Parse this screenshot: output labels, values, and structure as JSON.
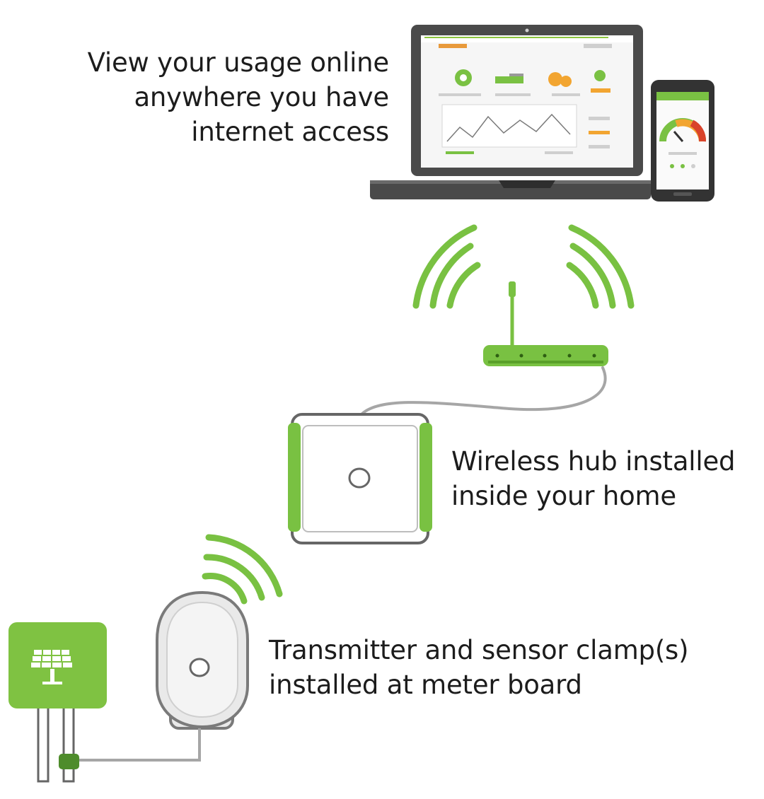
{
  "captions": {
    "online": [
      "View your usage online",
      "anywhere you have",
      "internet access"
    ],
    "hub": [
      "Wireless hub installed",
      "inside your home"
    ],
    "transmitter": [
      "Transmitter and sensor clamp(s)",
      "installed at meter board"
    ]
  },
  "icons": {
    "laptop": "laptop-icon",
    "phone": "smartphone-icon",
    "router": "wifi-router-icon",
    "hub": "wireless-hub-icon",
    "transmitter": "transmitter-icon",
    "solar": "solar-panel-icon",
    "signal": "wifi-signal-icon"
  },
  "colors": {
    "accent_green": "#79c142",
    "device_gray": "#555555",
    "cable_gray": "#a6a6a6"
  }
}
